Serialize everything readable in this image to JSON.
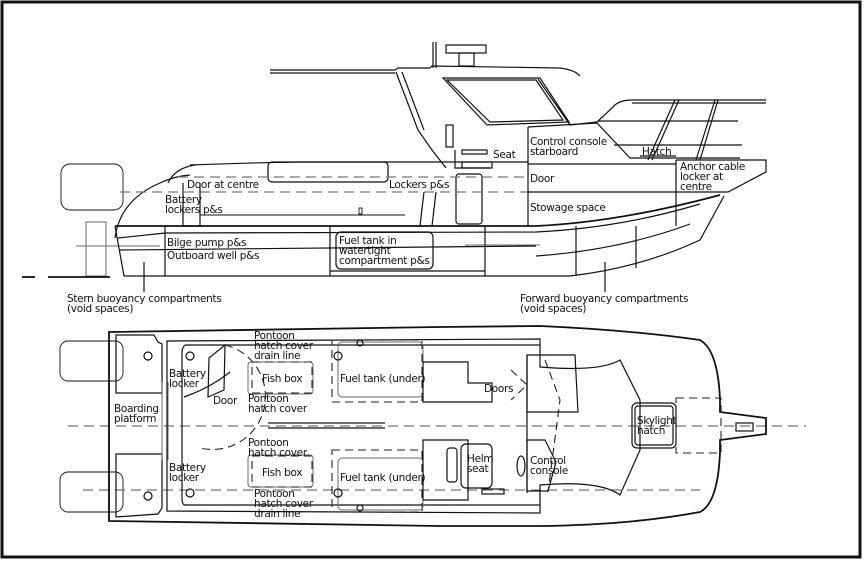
{
  "diagram": {
    "type": "boat layout drawing",
    "views": [
      "side-elevation",
      "plan-view"
    ],
    "side_view": {
      "labels": {
        "seat": "Seat",
        "control_console": [
          "Control console",
          "starboard"
        ],
        "hatch": "Hatch",
        "anchor_locker": [
          "Anchor cable",
          "locker at",
          "centre"
        ],
        "door_at_centre": "Door at centre",
        "lockers": "Lockers p&s",
        "door": "Door",
        "battery_lockers": [
          "Battery",
          "lockers p&s"
        ],
        "stowage": "Stowage space",
        "bilge_pump": "Bilge pump p&s",
        "outboard_well": "Outboard well p&s",
        "fuel_tank": [
          "Fuel tank in",
          "watertight",
          "compartment p&s"
        ],
        "stern_buoyancy": [
          "Stern buoyancy compartments",
          "(void spaces)"
        ],
        "forward_buoyancy": [
          "Forward buoyancy compartments",
          "(void spaces)"
        ]
      }
    },
    "plan_view": {
      "labels": {
        "pontoon_drain_top": [
          "Pontoon",
          "hatch cover",
          "drain line"
        ],
        "battery_locker_top": [
          "Battery",
          "locker"
        ],
        "fish_box_top": "Fish box",
        "fuel_tank_top": "Fuel tank (under)",
        "door": "Door",
        "pontoon_hatch_top": [
          "Pontoon",
          "hatch cover"
        ],
        "doors": "Doors",
        "boarding_platform": [
          "Boarding",
          "platform"
        ],
        "skylight_hatch": [
          "Skylight",
          "hatch"
        ],
        "pontoon_hatch_bottom": [
          "Pontoon",
          "hatch cover"
        ],
        "helm_seat": [
          "Helm",
          "seat"
        ],
        "battery_locker_bottom": [
          "Battery",
          "locker"
        ],
        "fish_box_bottom": "Fish box",
        "fuel_tank_bottom": "Fuel tank (under)",
        "control_console": [
          "Control",
          "console"
        ],
        "pontoon_drain_bottom": [
          "Pontoon",
          "hatch cover",
          "drain line"
        ]
      }
    }
  }
}
